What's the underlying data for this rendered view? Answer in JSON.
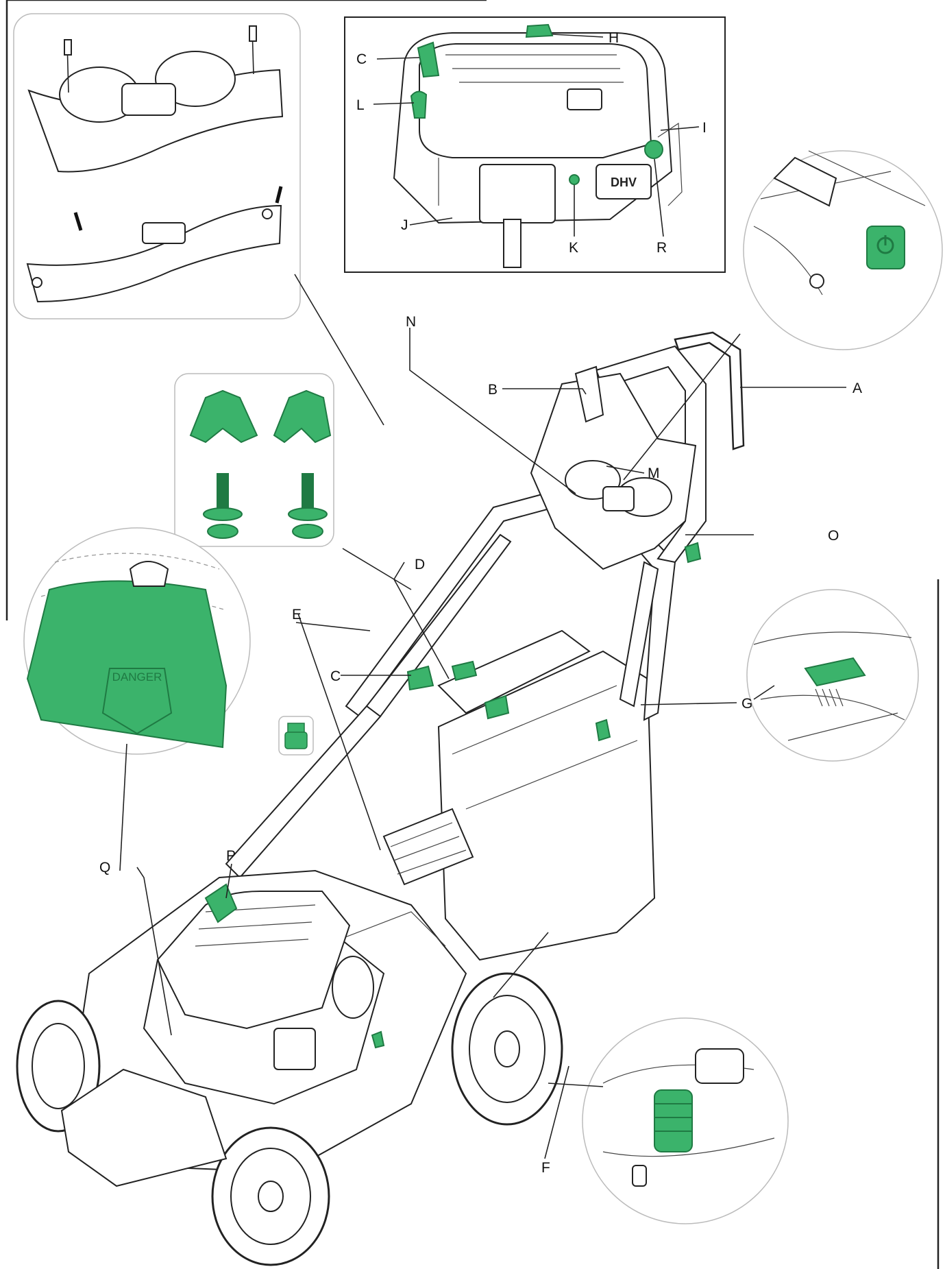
{
  "colors": {
    "accent": "#3bb36b",
    "accent_dark": "#1f7a43",
    "line": "#222222",
    "inset_border": "#bbbbbb"
  },
  "callouts": {
    "A": "A",
    "B": "B",
    "C_handle": "C",
    "C_engine": "C",
    "D": "D",
    "E": "E",
    "F": "F",
    "G": "G",
    "H": "H",
    "I": "I",
    "J": "J",
    "K": "K",
    "L": "L",
    "M": "M",
    "N": "N",
    "O": "O",
    "P": "P",
    "Q": "Q",
    "R": "R"
  },
  "labels": {
    "danger_plate": "DANGER",
    "engine_brand": "DHV"
  }
}
